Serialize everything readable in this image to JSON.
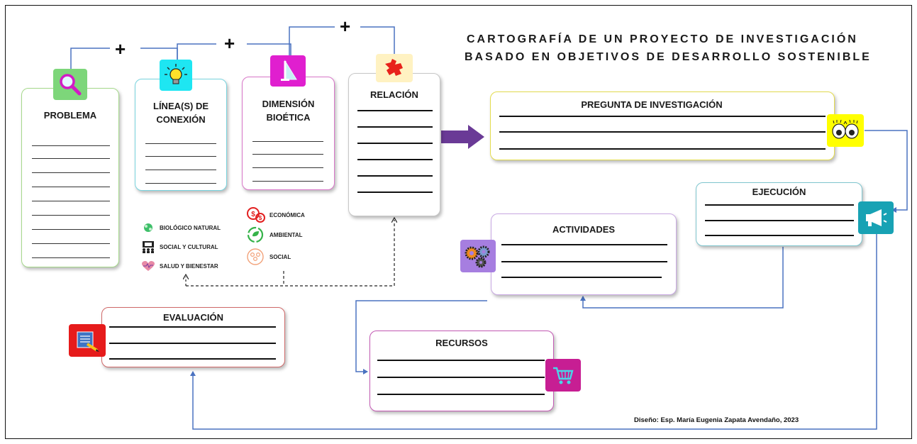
{
  "title": {
    "line1": "CARTOGRAFÍA DE UN PROYECTO DE INVESTIGACIÓN",
    "line2": "BASADO EN OBJETIVOS DE DESARROLLO SOSTENIBLE"
  },
  "plus_sign": "+",
  "cards": {
    "problema": "PROBLEMA",
    "linea_line1": "LÍNEA(S) DE",
    "linea_line2": "CONEXIÓN",
    "dimension_line1": "DIMENSIÓN",
    "dimension_line2": "BIOÉTICA",
    "relacion": "RELACIÓN",
    "pregunta": "PREGUNTA DE INVESTIGACIÓN",
    "ejecucion": "EJECUCIÓN",
    "actividades": "ACTIVIDADES",
    "evaluacion": "EVALUACIÓN",
    "recursos": "RECURSOS"
  },
  "legend_lineas": [
    "BIOLÓGICO NATURAL",
    "SOCIAL Y CULTURAL",
    "SALUD Y BIENESTAR"
  ],
  "legend_dimension": [
    "ECONÓMICA",
    "AMBIENTAL",
    "SOCIAL"
  ],
  "icons": {
    "problema": "magnifier-icon",
    "linea": "lightbulb-icon",
    "dimension": "lamp-icon",
    "relacion": "puzzle-icon",
    "pregunta": "eyes-icon",
    "ejecucion": "megaphone-icon",
    "actividades": "gears-icon",
    "evaluacion": "notebook-pencil-icon",
    "recursos": "shopping-cart-icon"
  },
  "colors": {
    "problema": "#a6d98c",
    "linea": "#79d4df",
    "dimension": "#d977c9",
    "relacion": "#c8c8c8",
    "pregunta": "#e4dc4e",
    "ejecucion": "#7fc6cf",
    "actividades": "#c9a9e3",
    "evaluacion": "#d06a6a",
    "recursos": "#c45ab5",
    "connector": "#4a72c0",
    "arrow": "#6a3a96"
  },
  "footer": "Diseño: Esp. María Eugenia Zapata Avendaño, 2023"
}
